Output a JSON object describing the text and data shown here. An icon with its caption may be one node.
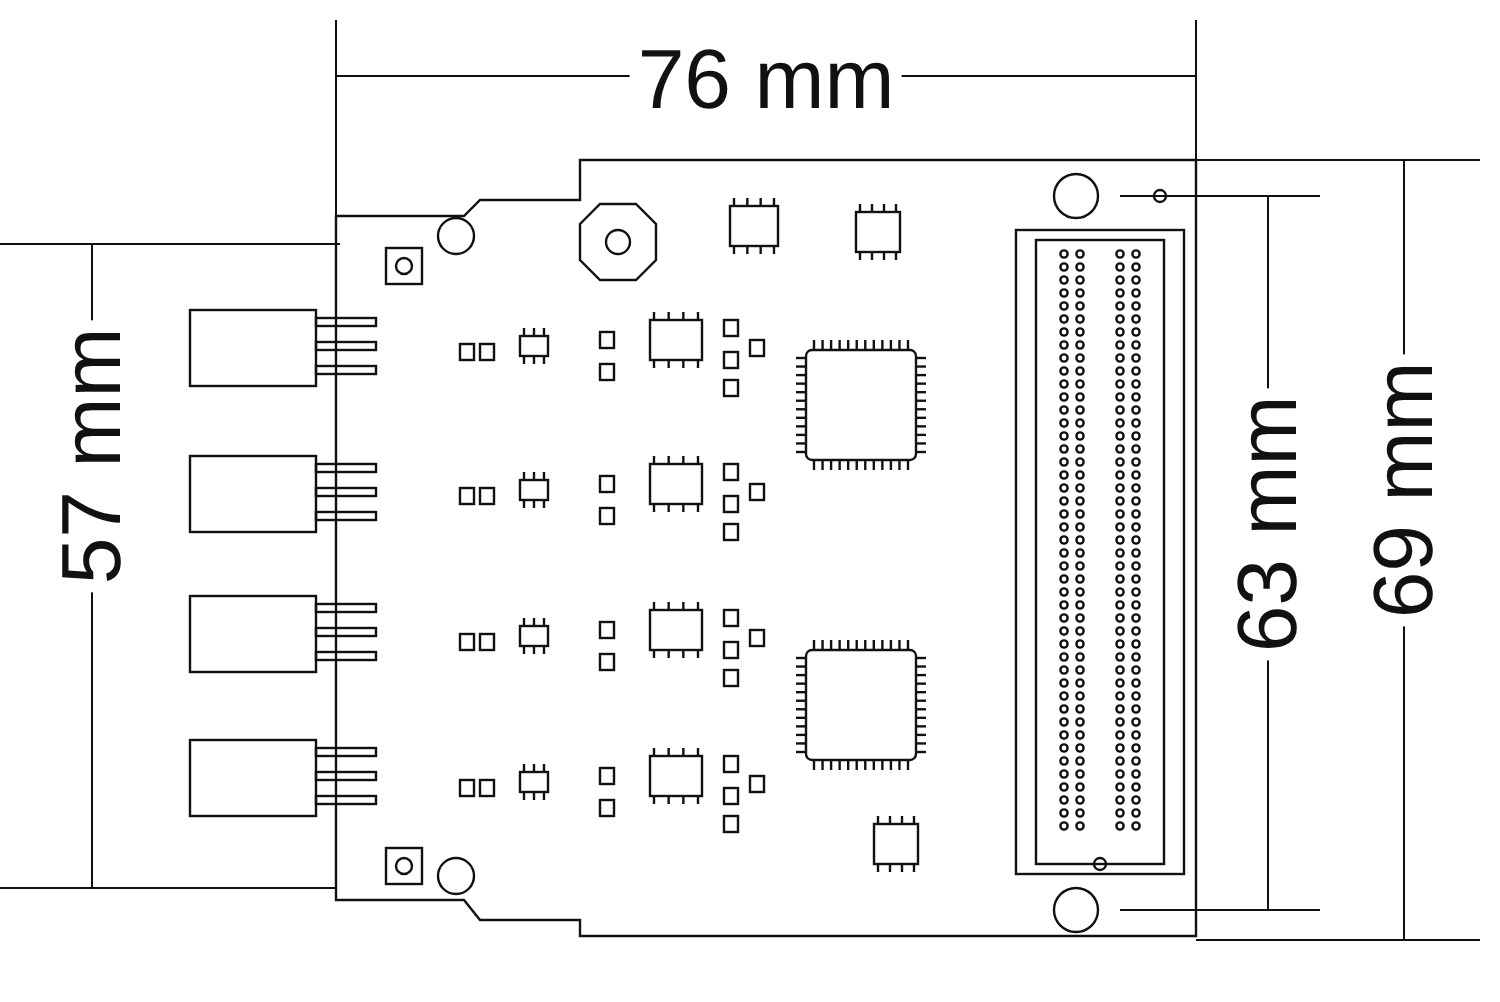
{
  "diagram": {
    "labels": [
      "76 mm",
      "57 mm",
      "63 mm",
      "69 mm"
    ]
  }
}
